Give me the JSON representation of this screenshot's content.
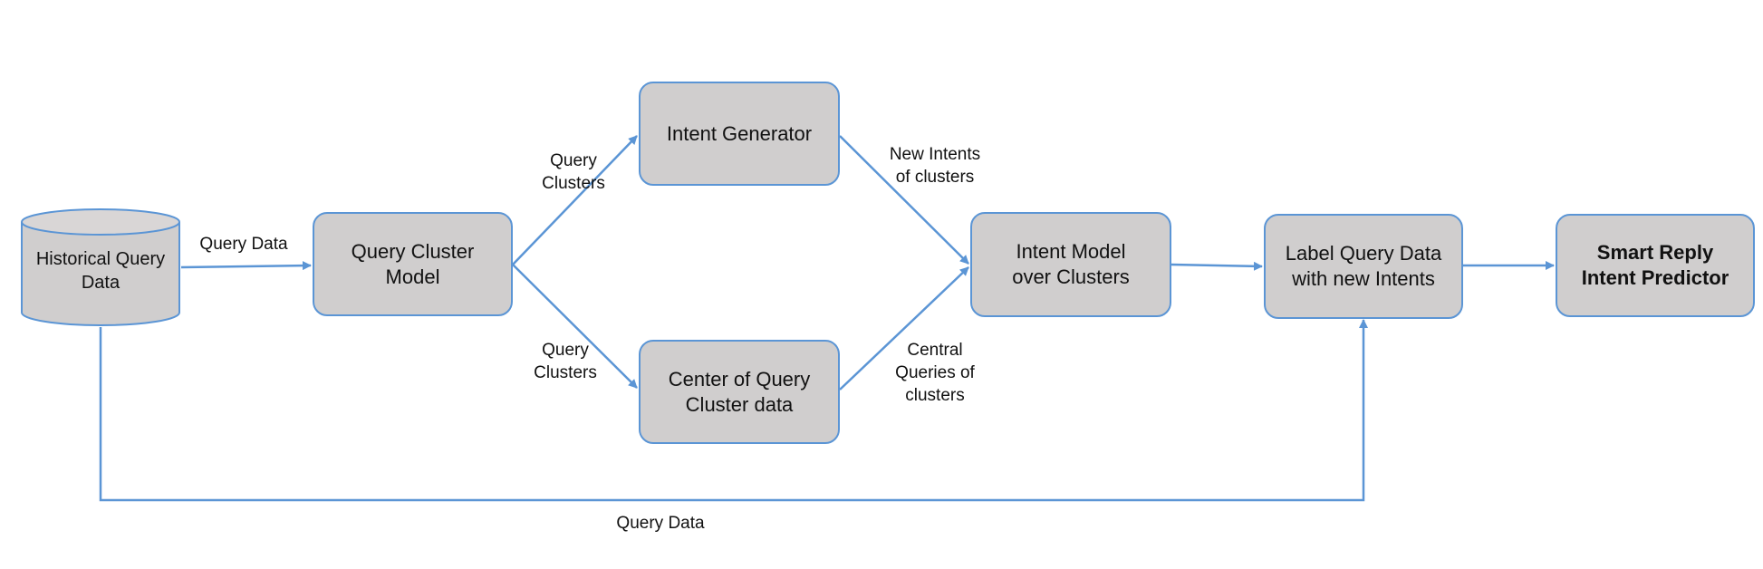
{
  "diagram": {
    "nodes": {
      "historical": {
        "line1": "Historical Query",
        "line2": "Data"
      },
      "cluster_model": {
        "line1": "Query Cluster",
        "line2": "Model"
      },
      "intent_generator": {
        "line1": "Intent Generator"
      },
      "center_query": {
        "line1": "Center of Query",
        "line2": "Cluster data"
      },
      "intent_model": {
        "line1": "Intent Model",
        "line2": "over Clusters"
      },
      "label_query": {
        "line1": "Label Query Data",
        "line2": "with new Intents"
      },
      "smart_reply": {
        "line1": "Smart Reply",
        "line2": "Intent Predictor"
      }
    },
    "edges": {
      "query_data_top": {
        "line1": "Query Data"
      },
      "query_clusters_up": {
        "line1": "Query",
        "line2": "Clusters"
      },
      "query_clusters_down": {
        "line1": "Query",
        "line2": "Clusters"
      },
      "new_intents": {
        "line1": "New Intents",
        "line2": "of clusters"
      },
      "central_queries": {
        "line1": "Central",
        "line2": "Queries of",
        "line3": "clusters"
      },
      "query_data_bottom": {
        "line1": "Query Data"
      }
    },
    "colors": {
      "node_fill": "#d0cece",
      "node_border": "#5b95d5",
      "edge": "#5b95d5"
    }
  }
}
